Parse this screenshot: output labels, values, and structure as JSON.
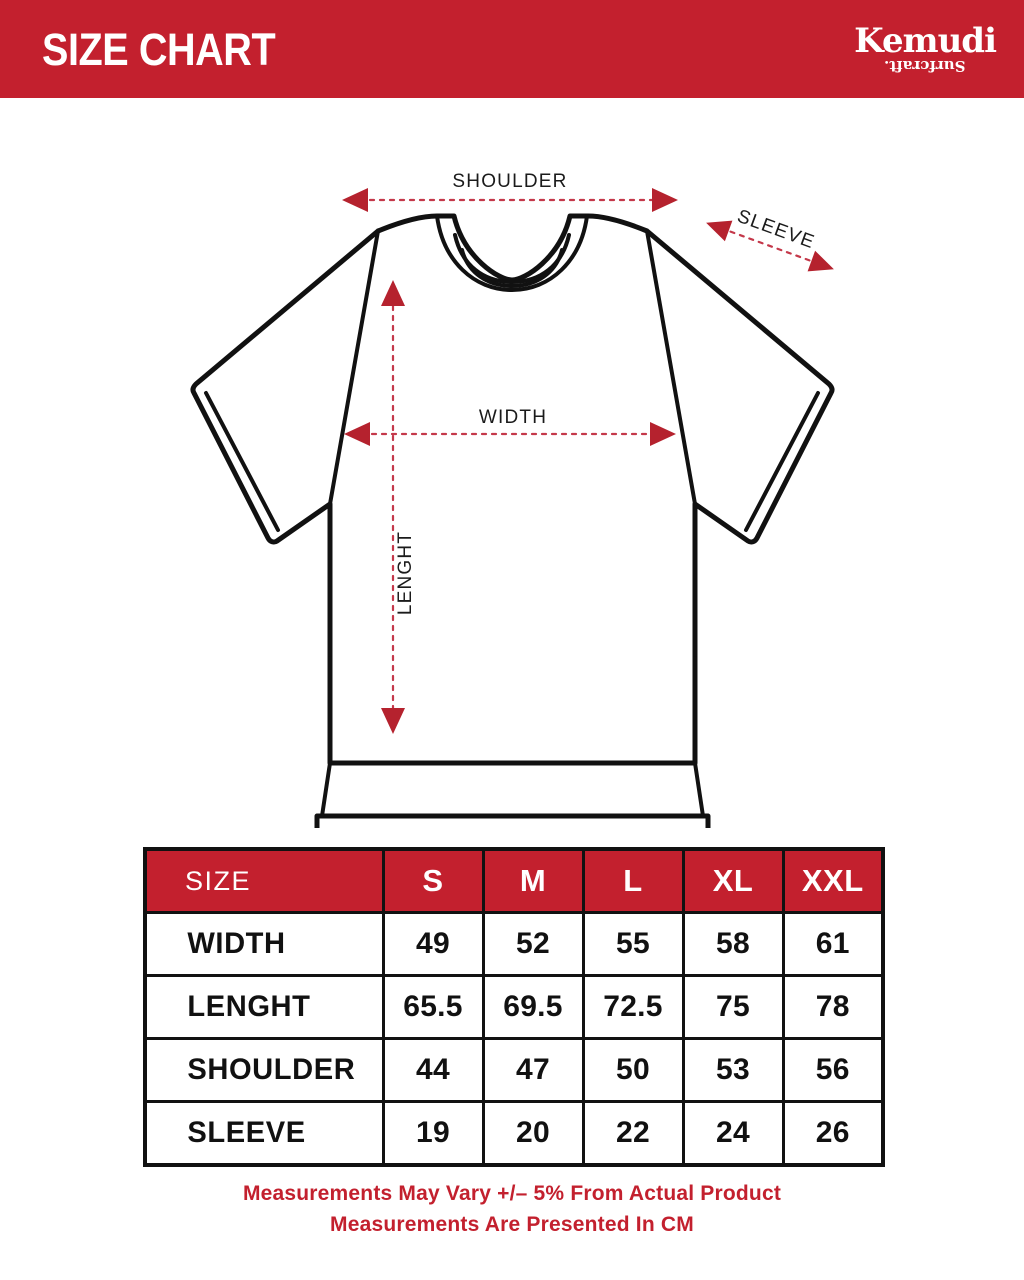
{
  "header": {
    "title": "SIZE CHART",
    "brand_name": "Kemudi",
    "brand_sub": "Surfcraft.",
    "band_color": "#C3202E"
  },
  "diagram": {
    "product": "t-shirt",
    "labels": {
      "shoulder": "SHOULDER",
      "sleeve": "SLEEVE",
      "width": "WIDTH",
      "length": "LENGHT"
    },
    "arrow_color": "#B5222E",
    "outline_color": "#111111"
  },
  "chart_data": {
    "type": "table",
    "title": "SIZE CHART",
    "unit": "CM",
    "header_label": "SIZE",
    "categories": [
      "S",
      "M",
      "L",
      "XL",
      "XXL"
    ],
    "series": [
      {
        "name": "WIDTH",
        "values": [
          49,
          52,
          55,
          58,
          61
        ]
      },
      {
        "name": "LENGHT",
        "values": [
          65.5,
          69.5,
          72.5,
          75,
          78
        ]
      },
      {
        "name": "SHOULDER",
        "values": [
          44,
          47,
          50,
          53,
          56
        ]
      },
      {
        "name": "SLEEVE",
        "values": [
          19,
          20,
          22,
          24,
          26
        ]
      }
    ],
    "rows": [
      {
        "label": "WIDTH",
        "S": "49",
        "M": "52",
        "L": "55",
        "XL": "58",
        "XXL": "61"
      },
      {
        "label": "LENGHT",
        "S": "65.5",
        "M": "69.5",
        "L": "72.5",
        "XL": "75",
        "XXL": "78"
      },
      {
        "label": "SHOULDER",
        "S": "44",
        "M": "47",
        "L": "50",
        "XL": "53",
        "XXL": "56"
      },
      {
        "label": "SLEEVE",
        "S": "19",
        "M": "20",
        "L": "22",
        "XL": "24",
        "XXL": "26"
      }
    ]
  },
  "footnote": {
    "line1": "Measurements May Vary +/– 5% From Actual Product",
    "line2": "Measurements Are Presented In CM",
    "color": "#C3202E"
  }
}
